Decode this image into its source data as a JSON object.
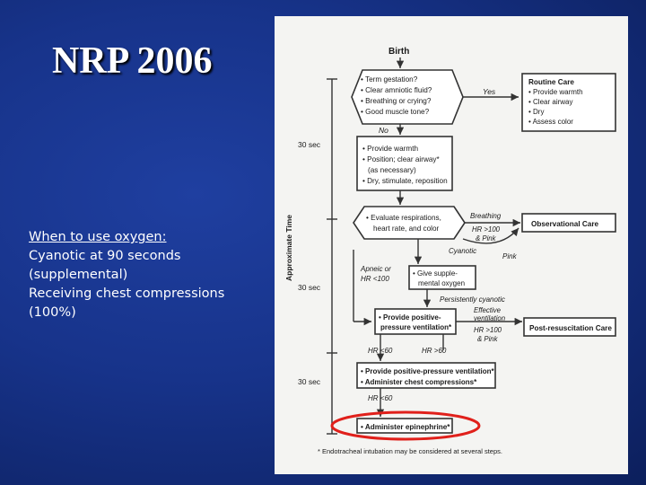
{
  "slide": {
    "title": "NRP 2006",
    "notes": {
      "heading": "When to use oxygen:",
      "lines": [
        "Cyanotic at 90 seconds",
        "(supplemental)",
        "Receiving chest compressions",
        "(100%)"
      ]
    }
  },
  "flowchart": {
    "side_label": "Approximate Time",
    "time_labels": [
      "30 sec",
      "30 sec",
      "30 sec"
    ],
    "birth": "Birth",
    "assess_initial": [
      "• Term gestation?",
      "• Clear amniotic fluid?",
      "• Breathing or crying?",
      "• Good muscle tone?"
    ],
    "yes_label": "Yes",
    "no_label": "No",
    "routine_care": {
      "title": "Routine Care",
      "items": [
        "• Provide warmth",
        "• Clear airway",
        "• Dry",
        "• Assess color"
      ]
    },
    "initial_steps": [
      "• Provide warmth",
      "• Position; clear airway*",
      "(as necessary)",
      "• Dry, stimulate, reposition"
    ],
    "evaluate": [
      "• Evaluate respirations,",
      "heart rate, and color"
    ],
    "breathing_label": "Breathing",
    "breathing_hr": [
      "HR >100",
      "& Pink"
    ],
    "observational_care": "Observational Care",
    "cyanotic_label": "Cyanotic",
    "pink_label": "Pink",
    "apneic_label": [
      "Apneic or",
      "HR <100"
    ],
    "supplemental_oxygen": [
      "• Give supple-",
      "mental oxygen"
    ],
    "persistently_cyanotic": "Persistently cyanotic",
    "ppv": [
      "• Provide positive-",
      "pressure ventilation*"
    ],
    "effective_ventilation": [
      "Effective",
      "ventilation",
      "HR >100",
      "& Pink"
    ],
    "post_resuscitation_care": "Post-resuscitation Care",
    "hr_lt_60": "HR <60",
    "hr_gt_60": "HR >60",
    "ppv_compressions": [
      "• Provide positive-pressure ventilation*",
      "• Administer chest compressions*"
    ],
    "hr_lt_60_2": "HR <60",
    "epinephrine": "• Administer epinephrine*",
    "footnote": "* Endotracheal intubation may be considered at several steps.",
    "highlight_color": "#e0201b"
  }
}
